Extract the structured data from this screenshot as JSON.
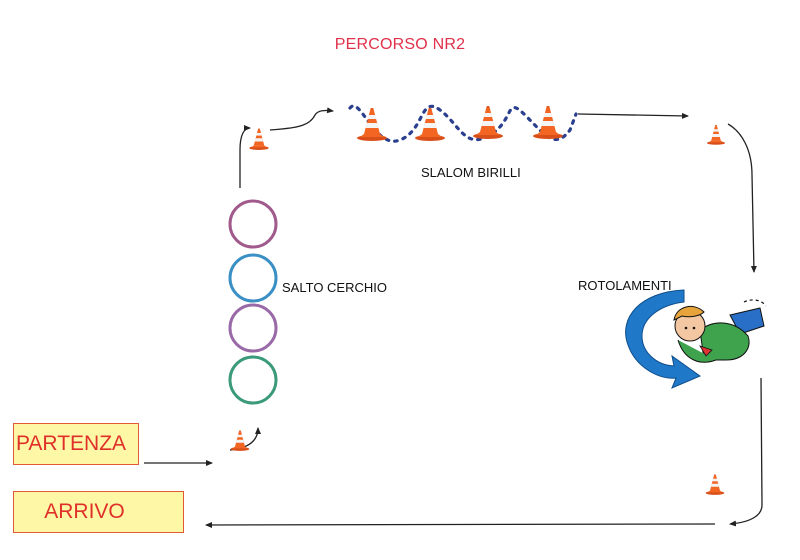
{
  "title": "PERCORSO NR2",
  "labels": {
    "slalom": "SLALOM BIRILLI",
    "hoops": "SALTO CERCHIO",
    "rolling": "ROTOLAMENTI"
  },
  "boxes": {
    "start": "PARTENZA",
    "finish": "ARRIVO"
  },
  "hoop_colors": [
    "#a05a8c",
    "#3a8fc4",
    "#9a6aa8",
    "#3a9a7a"
  ],
  "colors": {
    "title": "#e0304a",
    "box_fill": "#fdf7a6",
    "box_border": "#e05a3a",
    "box_text": "#e0302a",
    "cone_orange": "#f26522",
    "slalom_dots": "#2b3f8f",
    "roll_arrow": "#1f78c8"
  },
  "icons": [
    "traffic-cone-icon",
    "hoop-icon",
    "rolling-arrow-icon",
    "rolling-child-icon",
    "flow-arrow-icon"
  ]
}
